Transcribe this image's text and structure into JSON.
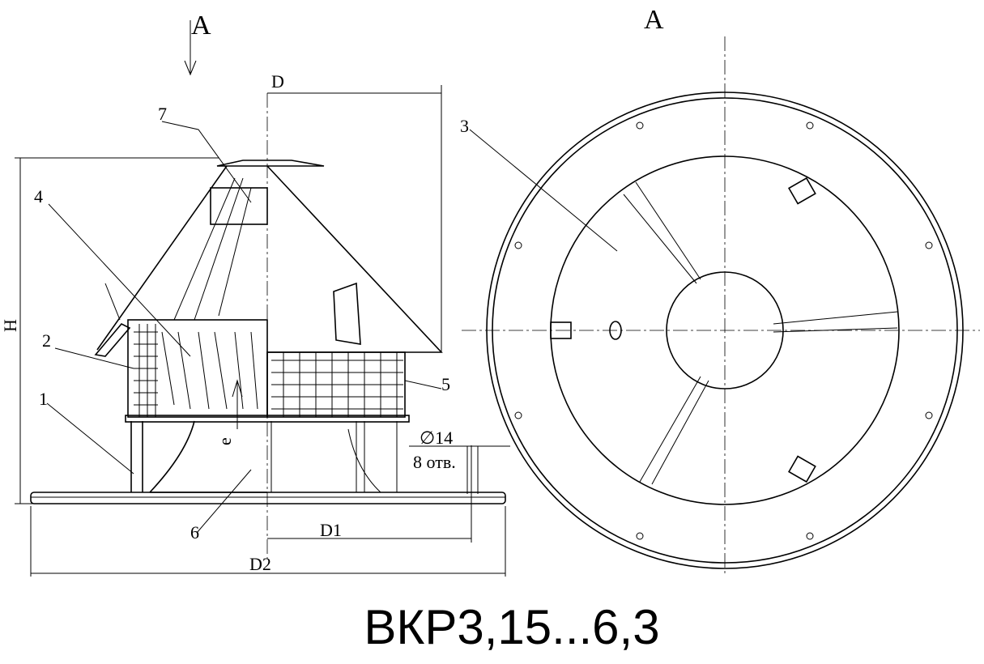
{
  "view_label_left": "A",
  "view_label_right": "A",
  "dims": {
    "D": "D",
    "H": "H",
    "D1": "D1",
    "D2": "D2",
    "e": "e",
    "hole_dia": "∅14",
    "holes": "8 отв."
  },
  "callouts": {
    "c1": "1",
    "c2": "2",
    "c3": "3",
    "c4": "4",
    "c5": "5",
    "c6": "6",
    "c7": "7"
  },
  "title": "ВКР3,15...6,3"
}
